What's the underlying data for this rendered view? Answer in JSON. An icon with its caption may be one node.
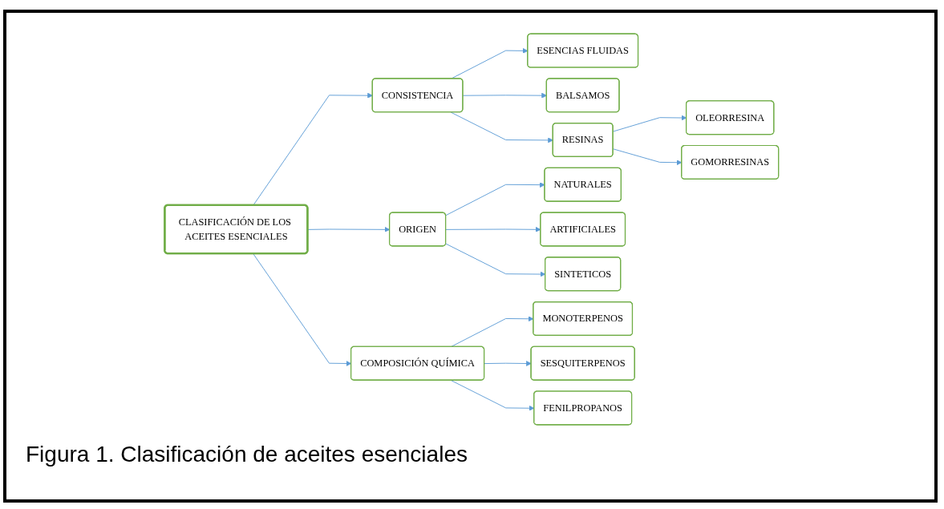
{
  "diagram": {
    "caption": "Figura 1. Clasificación de aceites esenciales",
    "nodes": [
      {
        "text": [
          "CLASIFICACIÓN DE LOS ACEITES ESENCIALES"
        ]
      },
      {
        "text": [
          "CONSISTENCIA"
        ]
      },
      {
        "text": [
          "ESENCIAS FLUIDAS"
        ]
      },
      {
        "text": [
          "BALSAMOS"
        ]
      },
      {
        "text": [
          "RESINAS"
        ]
      },
      {
        "text": [
          "OLEORRESINA"
        ]
      },
      {
        "text": [
          "GOMORRESINAS"
        ]
      },
      {
        "text": [
          "ORIGEN"
        ]
      },
      {
        "text": [
          "NATURALES"
        ]
      },
      {
        "text": [
          "ARTIFICIALES"
        ]
      },
      {
        "text": [
          "SINTETICOS"
        ]
      },
      {
        "text": [
          "COMPOSICIÓN QUÍMICA"
        ]
      },
      {
        "text": [
          "MONOTERPENOS"
        ]
      },
      {
        "text": [
          "SESQUITERPENOS"
        ]
      },
      {
        "text": [
          "FENILPROPANOS"
        ]
      }
    ],
    "edges": [
      {
        "from": 0,
        "to": 1,
        "arrow": "to"
      },
      {
        "from": 1,
        "to": 2,
        "arrow": "to"
      },
      {
        "from": 1,
        "to": 3,
        "arrow": "to"
      },
      {
        "from": 1,
        "to": 4,
        "arrow": "to"
      },
      {
        "from": 4,
        "to": 5,
        "arrow": "to"
      },
      {
        "from": 4,
        "to": 6,
        "arrow": "to"
      },
      {
        "from": 0,
        "to": 7,
        "arrow": "to"
      },
      {
        "from": 7,
        "to": 8,
        "arrow": "to"
      },
      {
        "from": 7,
        "to": 9,
        "arrow": "to"
      },
      {
        "from": 7,
        "to": 10,
        "arrow": "to"
      },
      {
        "from": 0,
        "to": 11,
        "arrow": "to"
      },
      {
        "from": 11,
        "to": 12,
        "arrow": "to"
      },
      {
        "from": 11,
        "to": 13,
        "arrow": "to"
      },
      {
        "from": 11,
        "to": 14,
        "arrow": "to"
      }
    ]
  }
}
